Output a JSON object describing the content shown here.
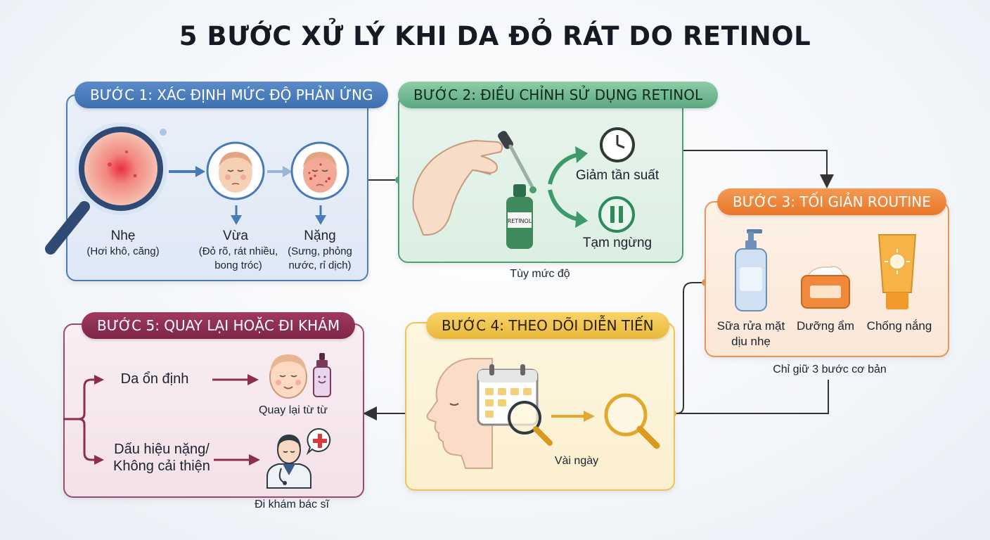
{
  "title": "5 BƯỚC XỬ LÝ KHI DA ĐỎ RÁT DO RETINOL",
  "colors": {
    "step1": "#3d6fae",
    "step2": "#3e9a6a",
    "step3": "#e87a2e",
    "step4": "#e9b838",
    "step5": "#8b2e52"
  },
  "step1": {
    "label": "BƯỚC 1: XÁC ĐỊNH MỨC ĐỘ PHẢN ỨNG",
    "levels": [
      {
        "name": "Nhẹ",
        "desc": "(Hơi khô, căng)"
      },
      {
        "name": "Vừa",
        "desc_line1": "(Đỏ rõ, rát nhiều,",
        "desc_line2": "bong tróc)"
      },
      {
        "name": "Nặng",
        "desc_line1": "(Sưng, phỏng",
        "desc_line2": "nước, rỉ dịch)"
      }
    ]
  },
  "step2": {
    "label": "BƯỚC 2: ĐIỀU CHỈNH SỬ DỤNG RETINOL",
    "bottle_label": "RETINOL",
    "option_reduce": "Giảm tần suất",
    "option_pause": "Tạm ngừng",
    "caption": "Tùy mức độ"
  },
  "step3": {
    "label": "BƯỚC 3: TỐI GIẢN ROUTINE",
    "items": [
      {
        "line1": "Sữa rửa mặt",
        "line2": "dịu nhẹ"
      },
      {
        "line1": "Dưỡng ẩm"
      },
      {
        "line1": "Chống nắng"
      }
    ],
    "caption": "Chỉ giữ 3 bước cơ bản"
  },
  "step4": {
    "label": "BƯỚC 4: THEO DÕI DIỄN TIẾN",
    "caption": "Vài ngày"
  },
  "step5": {
    "label": "BƯỚC 5: QUAY LẠI HOẶC ĐI KHÁM",
    "branch_stable": "Da ổn định",
    "branch_bad_line1": "Dấu hiệu nặng/",
    "branch_bad_line2": "Không cải thiện",
    "result_return": "Quay lại từ từ",
    "result_doctor": "Đi khám bác sĩ"
  }
}
